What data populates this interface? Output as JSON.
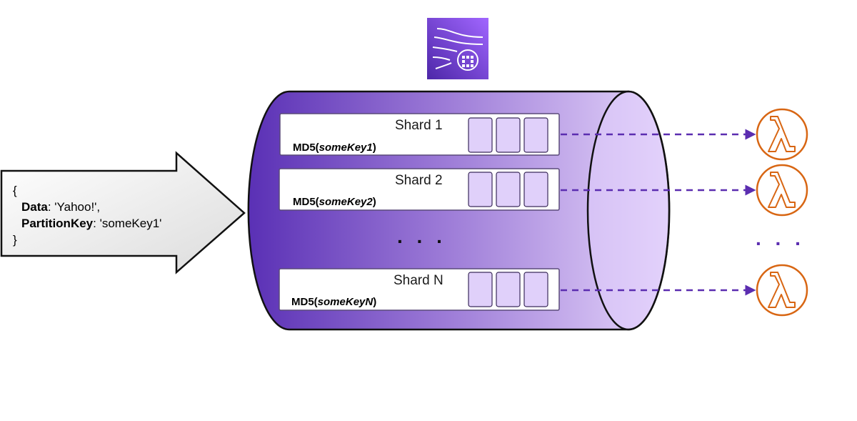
{
  "payload": {
    "open_brace": "{",
    "data_key": "Data",
    "data_value": ": 'Yahoo!',",
    "partition_key": "PartitionKey",
    "partition_value": ": 'someKey1'",
    "close_brace": "}"
  },
  "shards": [
    {
      "label": "Shard 1",
      "hash_fn": "MD5(",
      "hash_key": "someKey1",
      "hash_close": ")"
    },
    {
      "label": "Shard 2",
      "hash_fn": "MD5(",
      "hash_key": "someKey2",
      "hash_close": ")"
    },
    {
      "label": "Shard N",
      "hash_fn": "MD5(",
      "hash_key": "someKeyN",
      "hash_close": ")"
    }
  ],
  "ellipsis": {
    "stream": ". . .",
    "consumers": ". . ."
  },
  "icons": {
    "service": "kinesis-data-streams-icon",
    "consumer": "lambda-icon"
  },
  "colors": {
    "stream_purple": "#5a30b5",
    "stream_light": "#e2d0fb",
    "lambda_orange": "#d86613",
    "arrow_purple": "#5b2db0"
  }
}
